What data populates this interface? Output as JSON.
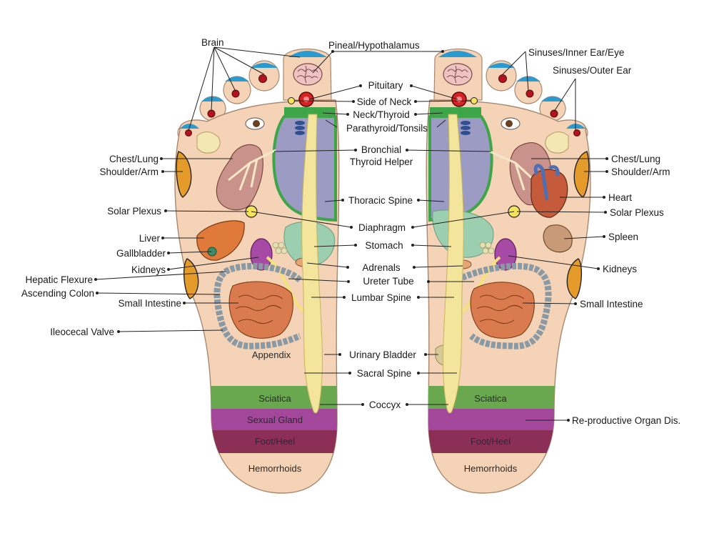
{
  "colors": {
    "skin": "#f5d3b6",
    "skin_outline": "#a88870",
    "toe_tip": "#2a9bd1",
    "toe_dot": "#b3121f",
    "neck_band": "#3ea648",
    "lung_pad": "#9c9bc4",
    "spine": "#f3e59c",
    "sciatica": "#6aa84f",
    "sexual_gland": "#a3479a",
    "foot_heel": "#8b2f57",
    "colon": "#8a9aa4",
    "intestine": "#d97b4e",
    "shoulder": "#e59b2a",
    "stomach": "#9bcfb0"
  },
  "left_foot": {
    "zones": {
      "appendix": "Appendix",
      "sciatica": "Sciatica",
      "sexual_gland": "Sexual Gland",
      "foot_heel": "Foot/Heel",
      "hemorrhoids": "Hemorrhoids"
    },
    "left_labels": {
      "chest_lung": "Chest/Lung",
      "shoulder_arm": "Shoulder/Arm",
      "solar_plexus": "Solar Plexus",
      "liver": "Liver",
      "gallbladder": "Gallbladder",
      "kidneys": "Kidneys",
      "hepatic_flexure": "Hepatic Flexure",
      "ascending_colon": "Ascending Colon",
      "small_intestine": "Small Intestine",
      "ileocecal_valve": "Ileocecal Valve"
    },
    "brain": "Brain"
  },
  "center_labels": {
    "pineal": "Pineal/Hypothalamus",
    "pituitary": "Pituitary",
    "side_of_neck": "Side of Neck",
    "neck_thyroid": "Neck/Thyroid",
    "parathyroid": "Parathyroid/Tonsils",
    "bronchial": "Bronchial",
    "thyroid_helper": "Thyroid Helper",
    "thoracic_spine": "Thoracic Spine",
    "diaphragm": "Diaphragm",
    "stomach": "Stomach",
    "adrenals": "Adrenals",
    "ureter_tube": "Ureter Tube",
    "lumbar_spine": "Lumbar Spine",
    "urinary_bladder": "Urinary Bladder",
    "sacral_spine": "Sacral Spine",
    "coccyx": "Coccyx"
  },
  "right_foot": {
    "zones": {
      "sciatica": "Sciatica",
      "foot_heel": "Foot/Heel",
      "hemorrhoids": "Hemorrhoids"
    },
    "right_labels": {
      "sinuses_inner": "Sinuses/Inner Ear/Eye",
      "sinuses_outer": "Sinuses/Outer Ear",
      "chest_lung": "Chest/Lung",
      "shoulder_arm": "Shoulder/Arm",
      "heart": "Heart",
      "solar_plexus": "Solar Plexus",
      "spleen": "Spleen",
      "kidneys": "Kidneys",
      "small_intestine": "Small Intestine",
      "reproductive": "Re-productive Organ Dis."
    }
  }
}
